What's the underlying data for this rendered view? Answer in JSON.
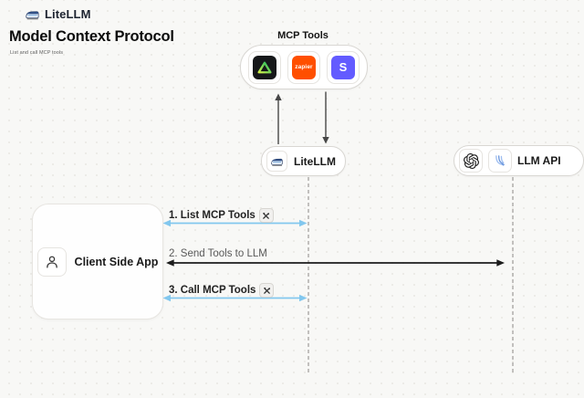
{
  "header": {
    "brand": "LiteLLM",
    "title": "Model Context Protocol",
    "subtitle": "List and call MCP tools"
  },
  "mcp_tools": {
    "label": "MCP Tools",
    "tools": [
      {
        "name": "green-triangle-tool",
        "bg": "#16181a"
      },
      {
        "name": "zapier",
        "label": "zapier",
        "bg": "#ff4f00"
      },
      {
        "name": "stripe",
        "label": "S",
        "bg": "#635bff"
      }
    ]
  },
  "nodes": {
    "litellm": {
      "label": "LiteLLM"
    },
    "llm_api": {
      "label": "LLM API"
    },
    "client": {
      "label": "Client Side App"
    }
  },
  "messages": [
    {
      "label": "1. List MCP Tools",
      "tool_icon": true
    },
    {
      "label": "2. Send Tools to LLM",
      "tool_icon": false
    },
    {
      "label": "3. Call MCP Tools",
      "tool_icon": true
    }
  ],
  "colors": {
    "background": "#f8f8f6",
    "arrow_blue": "#82c7ee",
    "arrow_dark": "#1c1c1c",
    "lifeline_gray": "#b0aeab",
    "zapier_orange": "#ff4f00",
    "stripe_purple": "#635bff",
    "triangle_green_start": "#d3f24b",
    "triangle_green_end": "#17b860"
  }
}
